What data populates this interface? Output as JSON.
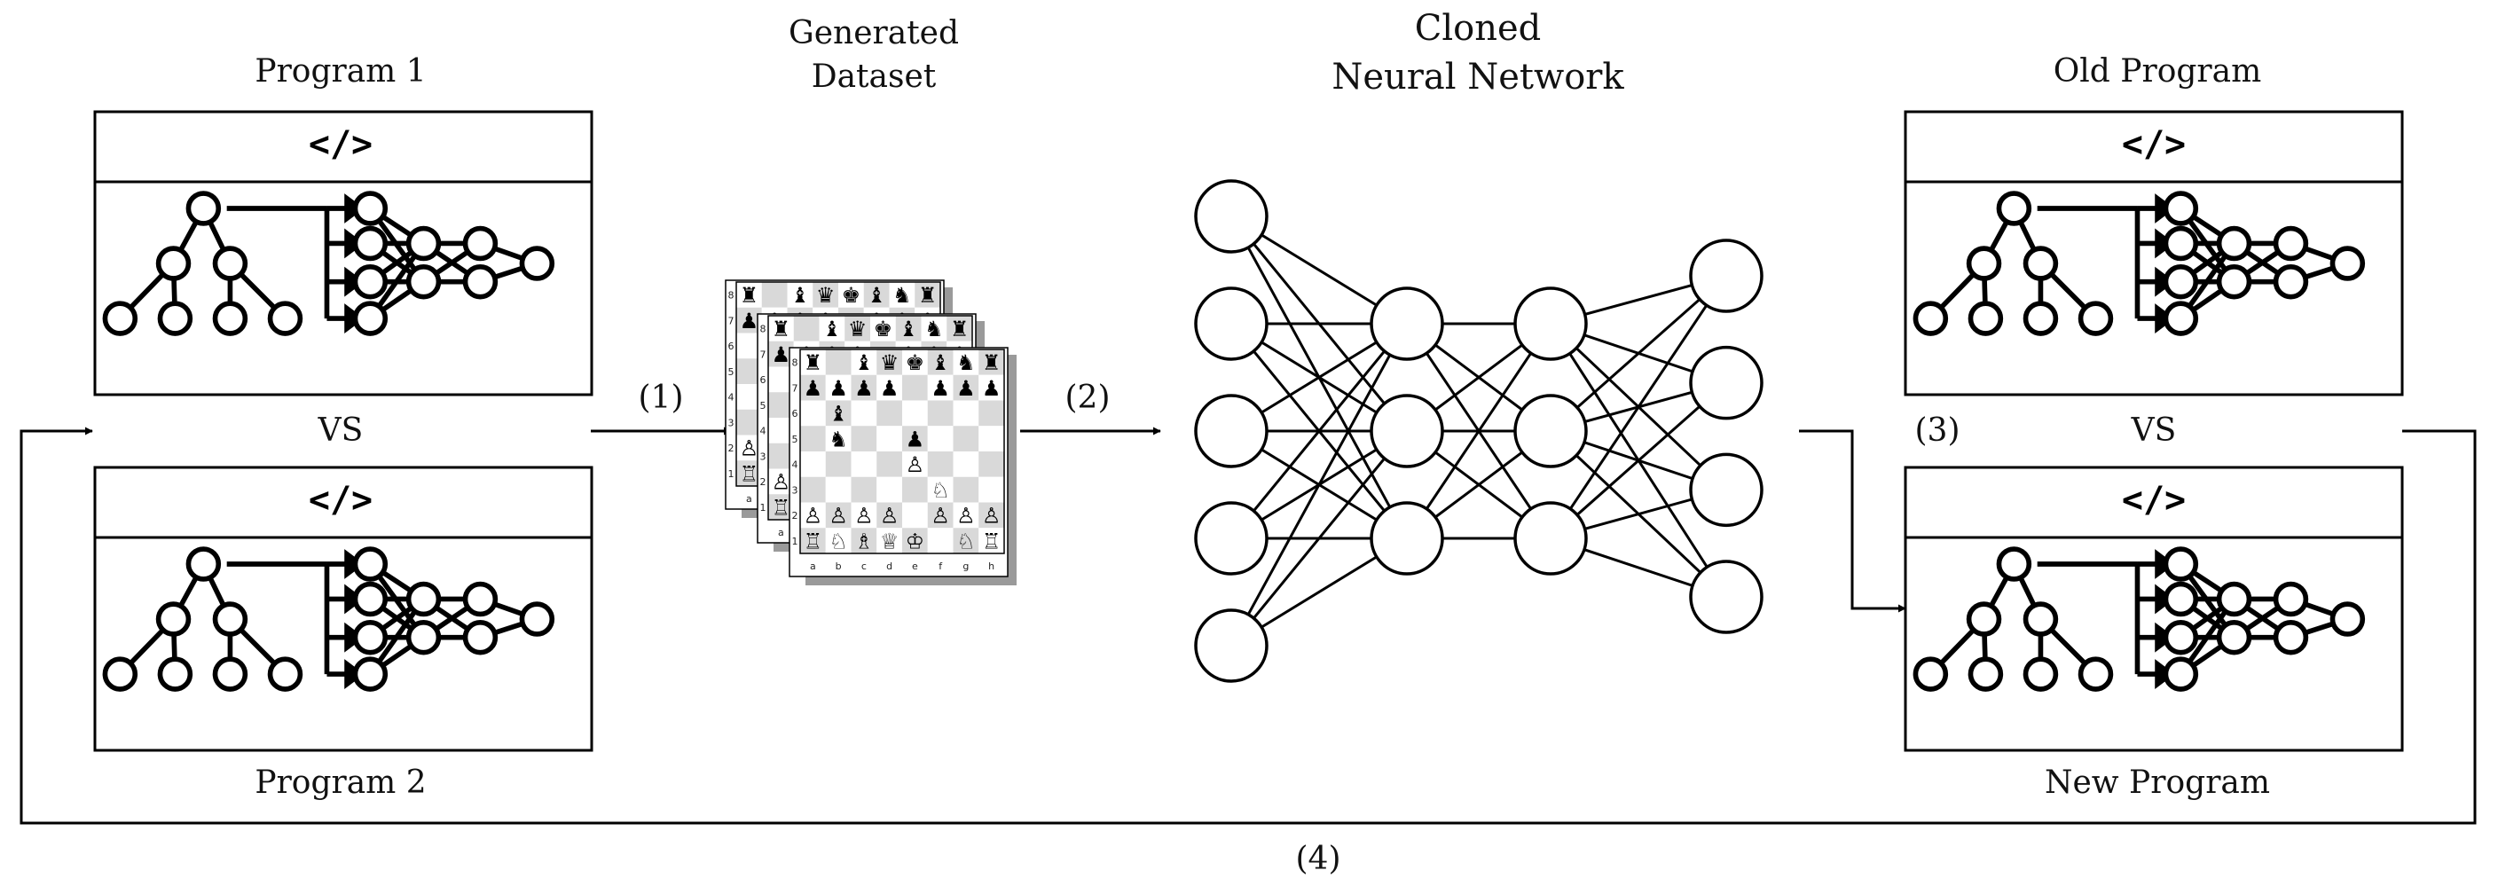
{
  "program1": {
    "title": "Program 1",
    "code_glyph": "</>"
  },
  "program2": {
    "title": "Program 2",
    "code_glyph": "</>"
  },
  "vs_left": "VS",
  "dataset": {
    "title_line1": "Generated",
    "title_line2": "Dataset"
  },
  "network": {
    "title_line1": "Cloned",
    "title_line2": "Neural Network",
    "layers": [
      5,
      3,
      3,
      4
    ]
  },
  "old_program": {
    "title": "Old Program",
    "code_glyph": "</>"
  },
  "new_program": {
    "title": "New Program",
    "code_glyph": "</>"
  },
  "vs_right": "VS",
  "steps": {
    "step1": "(1)",
    "step2": "(2)",
    "step3": "(3)",
    "step4": "(4)"
  },
  "chess": {
    "files": [
      "a",
      "b",
      "c",
      "d",
      "e",
      "f",
      "g",
      "h"
    ],
    "ranks": [
      "8",
      "7",
      "6",
      "5",
      "4",
      "3",
      "2",
      "1"
    ],
    "back_rank_black": "♜ ♝♛♚♝♞♜",
    "pawns_black": "♟♟♟♟ ♟♟♟",
    "pawns_white": "♙♙♙♙ ♙♙♙",
    "back_rank_white": "♖♘♗♕♔ ♘♖"
  },
  "colors": {
    "stroke": "#000000",
    "board_light": "#ffffff",
    "board_dark": "#d9d9d9",
    "shadow": "#9a9a9a"
  }
}
